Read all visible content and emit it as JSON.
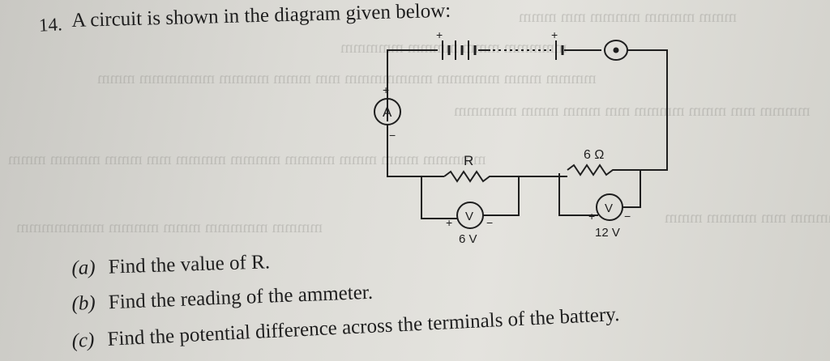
{
  "question": {
    "number": "14.",
    "text": "A circuit is shown in the diagram given below:"
  },
  "circuit": {
    "battery_plus": "+",
    "cell_plus": "+",
    "ammeter_symbol": "A",
    "ammeter_plus": "+",
    "ammeter_minus": "−",
    "key_symbol": "(•)",
    "resistor_R_label": "R",
    "resistor_6_label": "6 Ω",
    "voltmeter_symbol": "V",
    "voltmeter_left_reading": "6 V",
    "voltmeter_right_reading": "12 V",
    "voltmeter_left_plus": "+",
    "voltmeter_left_minus": "−",
    "voltmeter_right_plus": "+",
    "voltmeter_right_minus": "−"
  },
  "parts": [
    {
      "label": "(a)",
      "text": "Find the value of R."
    },
    {
      "label": "(b)",
      "text": "Find the reading of the ammeter."
    },
    {
      "label": "(c)",
      "text": "Find the potential difference across the terminals of the battery."
    }
  ]
}
